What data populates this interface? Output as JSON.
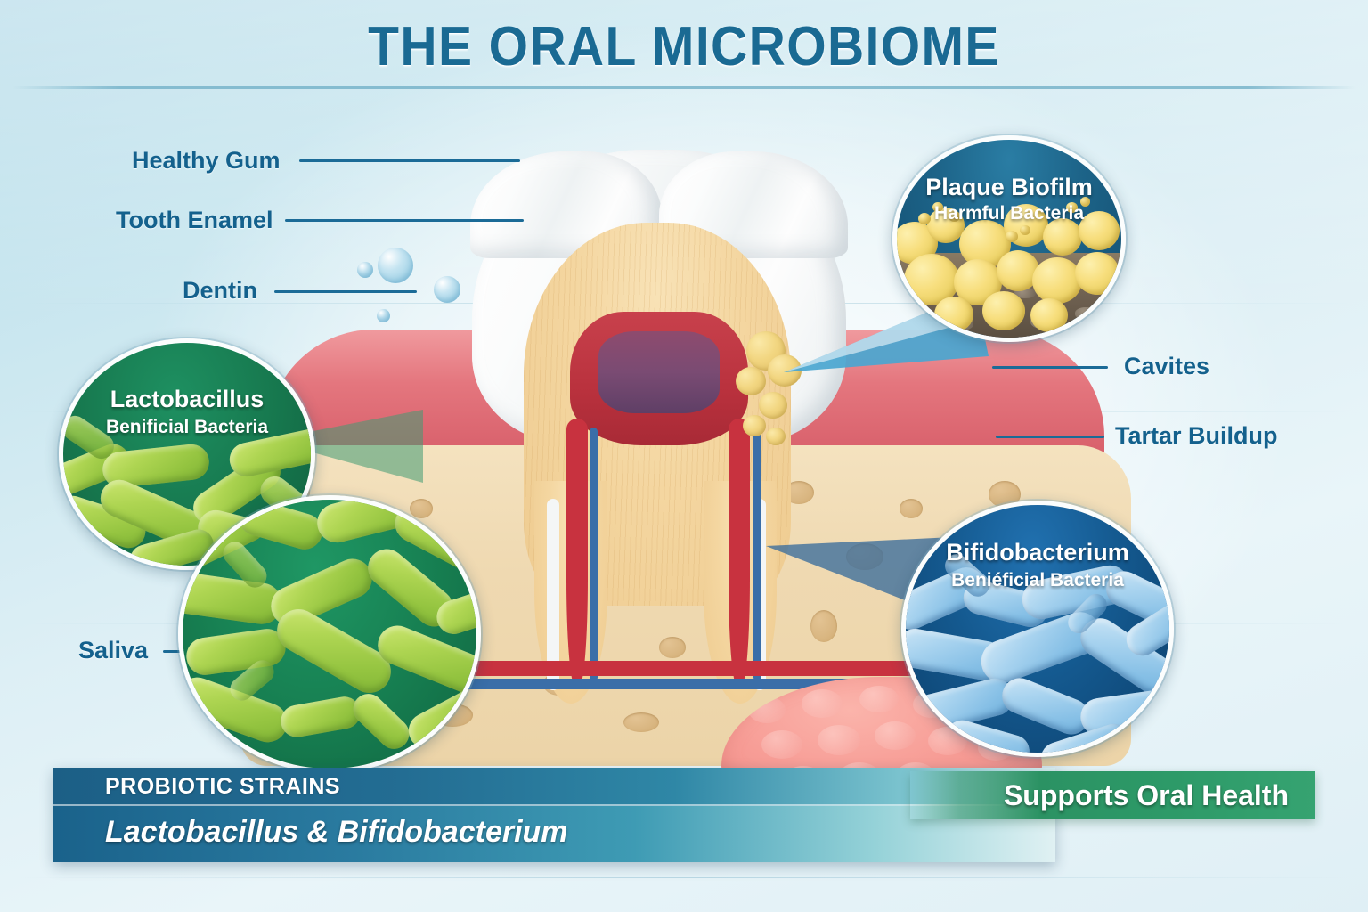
{
  "page": {
    "title": "THE ORAL MICROBIOME",
    "accent_blue": "#1a6a93",
    "label_blue": "#14618d",
    "background": "#daeef4"
  },
  "labels": {
    "left": [
      {
        "text": "Healthy Gum",
        "name": "label-healthy-gum"
      },
      {
        "text": "Tooth Enamel",
        "name": "label-tooth-enamel"
      },
      {
        "text": "Dentin",
        "name": "label-dentin"
      },
      {
        "text": "Saliva",
        "name": "label-saliva"
      }
    ],
    "right": [
      {
        "text": "Cavites",
        "name": "label-cavities"
      },
      {
        "text": "Tartar Buildup",
        "name": "label-tartar-buildup"
      }
    ]
  },
  "insets": [
    {
      "name": "plaque-biofilm-inset",
      "title": "Plaque Biofilm",
      "subtitle": "Harmful Bacteria",
      "color": "#1d5f85",
      "kind": "cocci"
    },
    {
      "name": "lactobacillus-inset",
      "title": "Lactobacillus",
      "subtitle": "Benificial Bacteria",
      "color": "#17794f",
      "kind": "green-rods"
    },
    {
      "name": "bifidobacterium-inset",
      "title": "Bifidobacterium",
      "subtitle": "Beniéficial Bacteria",
      "color": "#10528c",
      "kind": "blue-rods"
    }
  ],
  "banner": {
    "line1": "PROBIOTIC STRAINS",
    "line2": "Lactobacillus & Bifidobacterium",
    "badge": "Supports Oral Health",
    "badge_color": "#2d9a68"
  }
}
